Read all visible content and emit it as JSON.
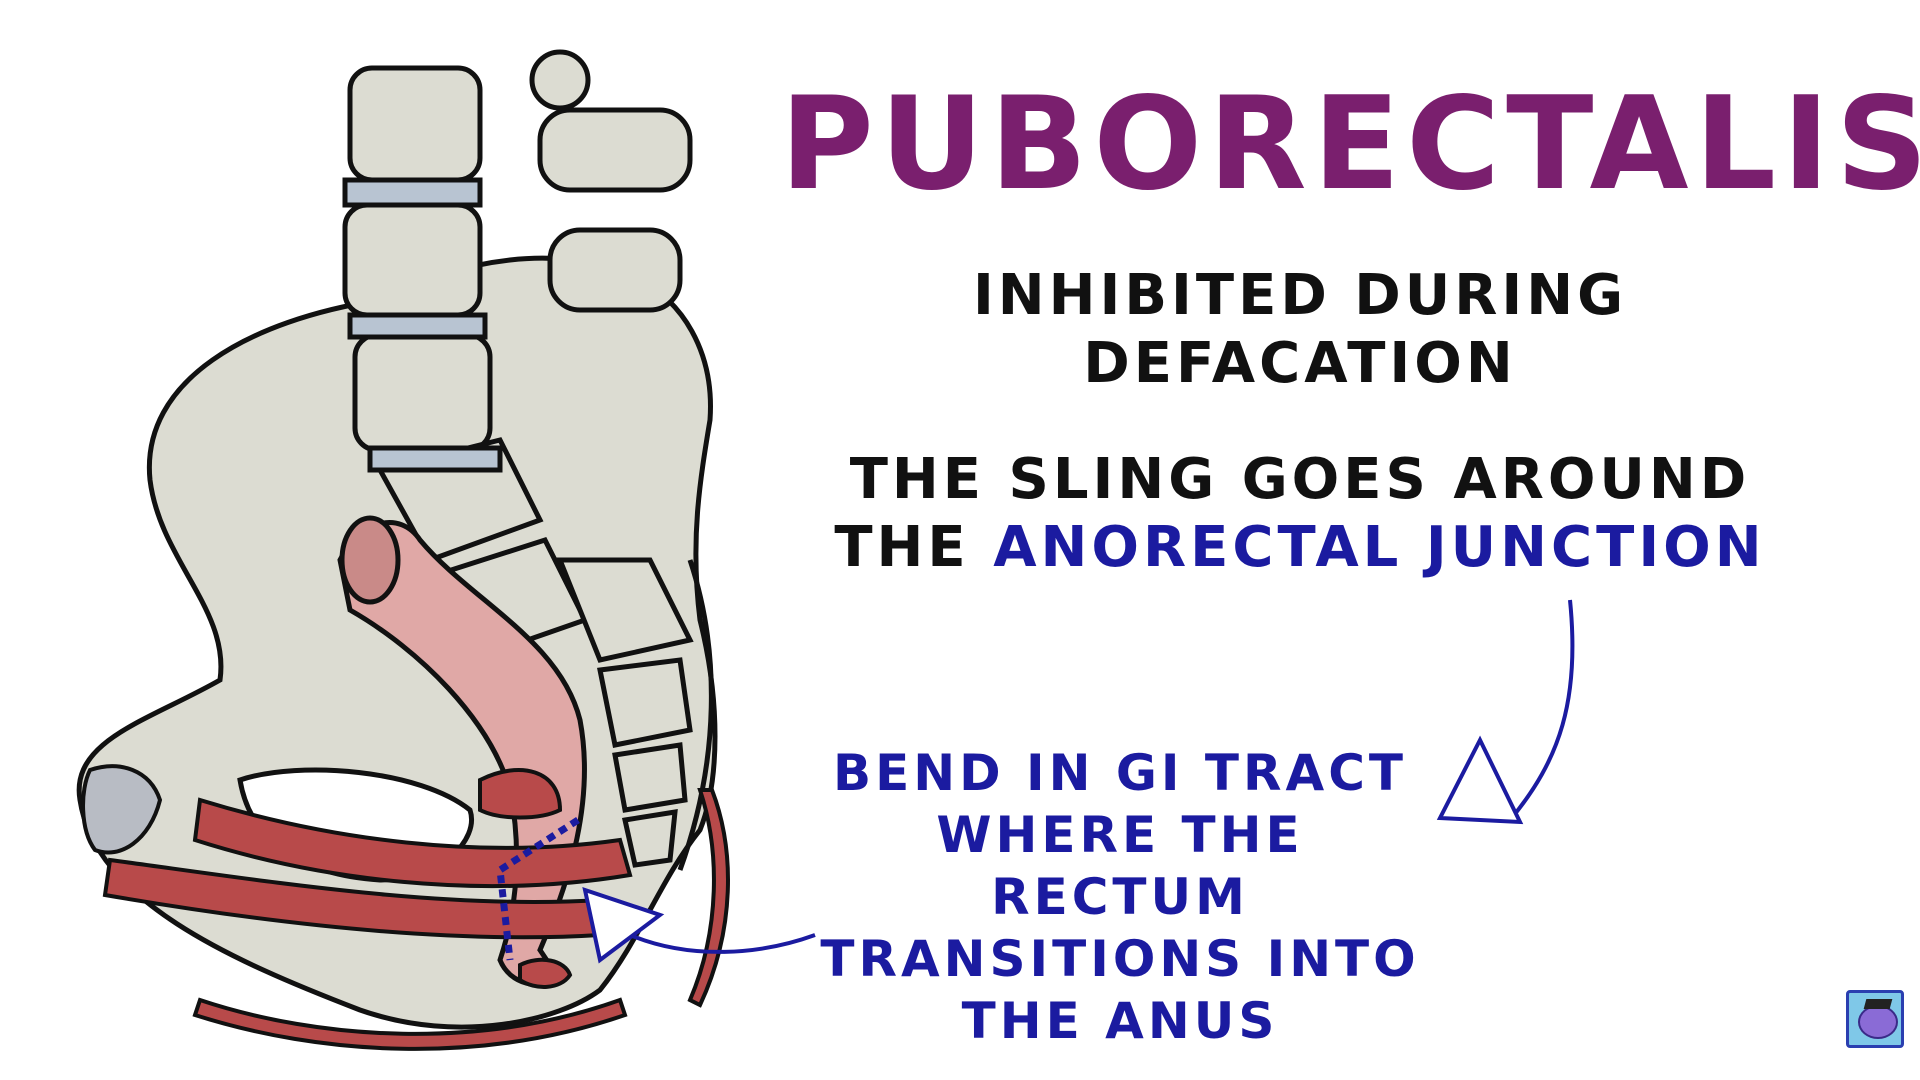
{
  "title": "PUBORECTALIS",
  "statement1": [
    "INHIBITED DURING",
    "DEFACATION"
  ],
  "statement2": {
    "line1": "THE SLING GOES AROUND",
    "prefix": "THE ",
    "highlight": "ANORECTAL JUNCTION"
  },
  "note": [
    "BEND IN GI TRACT",
    "WHERE THE RECTUM",
    "TRANSITIONS INTO",
    "THE ANUS"
  ],
  "colors": {
    "title": "#7a1f6e",
    "highlight": "#1b1ba0",
    "text": "#111111",
    "bone": "#dcdcd2",
    "rectum": "#e0a8a6",
    "muscle": "#b84a4a"
  },
  "icons": [
    "pelvis-illustration",
    "arrow-icon",
    "logo-icon"
  ]
}
